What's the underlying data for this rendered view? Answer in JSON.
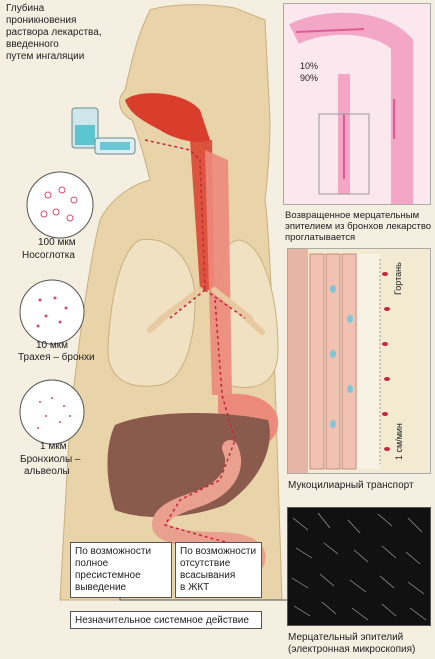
{
  "depth_title_lines": [
    "Глубина",
    "проникновения",
    "раствора лекарства,",
    "введенного",
    "путем ингаляции"
  ],
  "particles": [
    {
      "size": "100 мкм",
      "region": "Носоглотка"
    },
    {
      "size": "10 мкм",
      "region": "Трахея – бронхи"
    },
    {
      "size": "1 мкм",
      "region_lines": [
        "Бронхиолы –",
        "альвеолы"
      ]
    }
  ],
  "airflow_percent_10": "10%",
  "airflow_percent_90": "90%",
  "returned_caption_lines": [
    "Возвращенное мерцательным",
    "эпителием из бронхов лекарство",
    "проглатывается"
  ],
  "larynx_label": "Гортань",
  "speed_label": "1 см/мин",
  "mucociliary_caption": "Мукоцилиарный транспорт",
  "box_presystemic_lines": [
    "По возможности",
    "полное",
    "пресистемное",
    "выведение"
  ],
  "box_absorption_lines": [
    "По возможности",
    "отсутствие",
    "всасывания",
    "в ЖКТ"
  ],
  "box_systemic": "Незначительное системное действие",
  "epithelium_caption_lines": [
    "Мерцательный эпителий",
    "(электронная микроскопия)"
  ],
  "colors": {
    "background": "#f4efe1",
    "body": "#e9d3a8",
    "lungs": "#efe1c2",
    "airway": "#d93d2c",
    "liver": "#8a5a4c",
    "gut": "#e9a08e",
    "arrow": "#c8243a"
  }
}
